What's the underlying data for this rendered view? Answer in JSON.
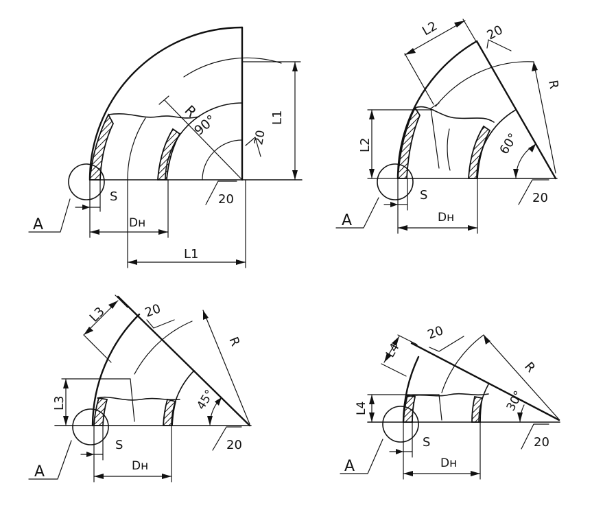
{
  "drawings": [
    {
      "angle_label": "90°",
      "dims": {
        "R": "R",
        "L1_v": "L1",
        "L1_h": "L1",
        "Dn": "Dн",
        "S": "S",
        "A": "A",
        "r1": "20",
        "r2": "20"
      }
    },
    {
      "angle_label": "60°",
      "dims": {
        "R": "R",
        "L2_t": "L2",
        "L2_v": "L2",
        "Dn": "Dн",
        "S": "S",
        "A": "A",
        "r1": "20",
        "r2": "20"
      }
    },
    {
      "angle_label": "45°",
      "dims": {
        "R": "R",
        "L3_t": "L3",
        "L3_v": "L3",
        "Dn": "Dн",
        "S": "S",
        "A": "A",
        "r1": "20",
        "r2": "20"
      }
    },
    {
      "angle_label": "30°",
      "dims": {
        "R": "R",
        "L4_t": "L4",
        "L4_v": "L4",
        "Dn": "Dн",
        "S": "S",
        "A": "A",
        "r1": "20",
        "r2": "20"
      }
    }
  ],
  "colors": {
    "line": "#111111",
    "background": "#ffffff"
  }
}
